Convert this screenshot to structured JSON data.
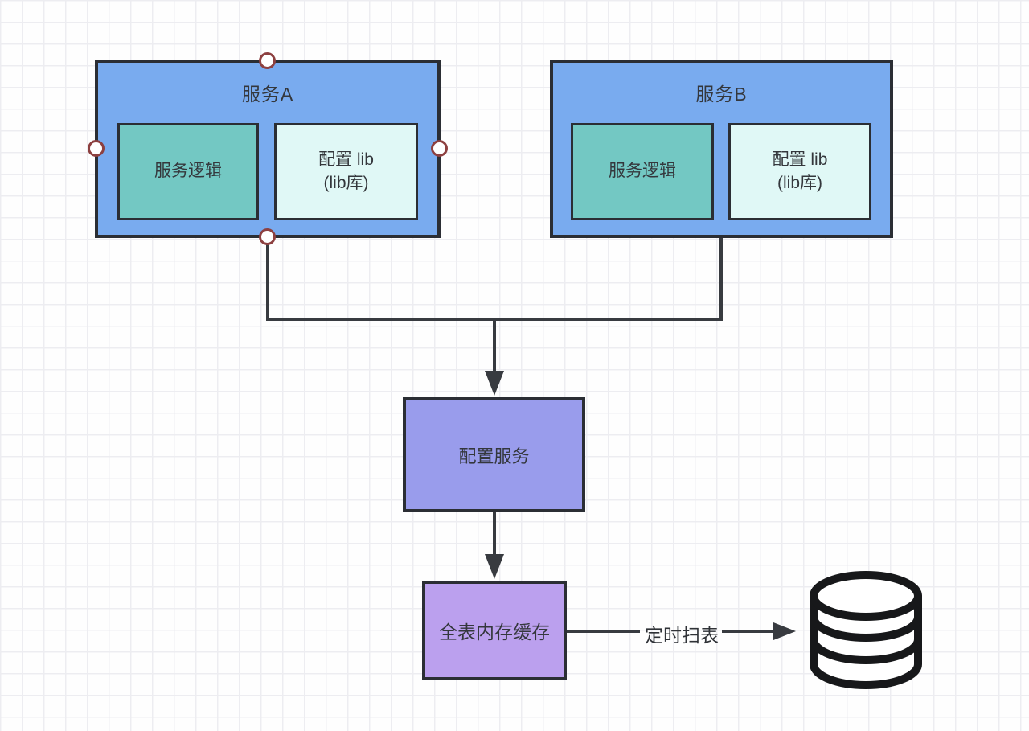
{
  "diagram": {
    "service_a": {
      "title": "服务A",
      "logic_label": "服务逻辑",
      "lib_line1": "配置 lib",
      "lib_line2": "(lib库)"
    },
    "service_b": {
      "title": "服务B",
      "logic_label": "服务逻辑",
      "lib_line1": "配置 lib",
      "lib_line2": "(lib库)"
    },
    "config_service": {
      "label": "配置服务"
    },
    "memory_cache": {
      "label": "全表内存缓存"
    },
    "scan_edge": {
      "label": "定时扫表"
    },
    "database_icon": "database-cylinder",
    "colors": {
      "service_fill": "#79abef",
      "logic_fill": "#73c8c3",
      "lib_fill": "#e0f8f6",
      "config_service_fill": "#999cec",
      "memory_cache_fill": "#bba0ee",
      "border": "#2b2e34",
      "connector": "#383b40",
      "handle_ring": "#8d4040",
      "text": "#34373c",
      "grid": "#ededf1"
    }
  }
}
